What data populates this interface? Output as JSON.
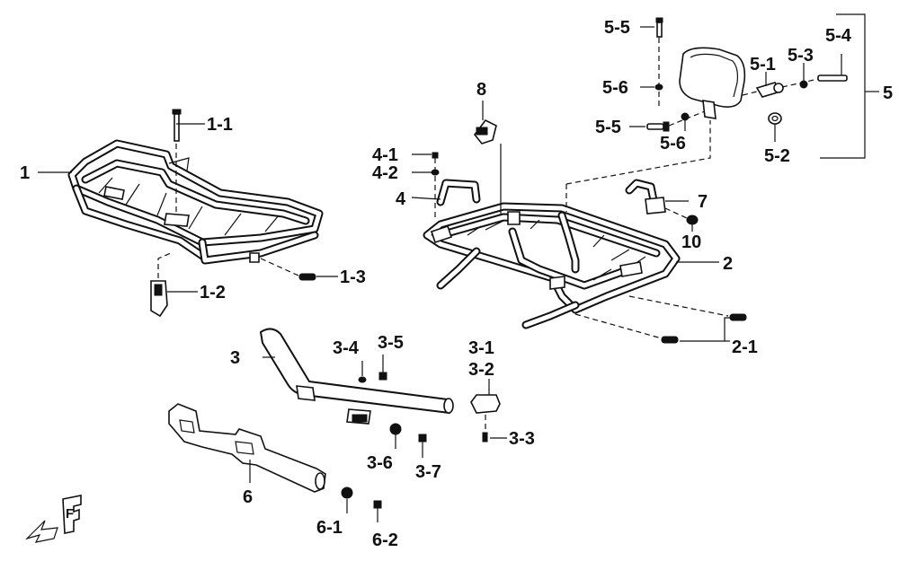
{
  "labels": {
    "l1": "1",
    "l1_1": "1-1",
    "l1_2": "1-2",
    "l1_3": "1-3",
    "l2": "2",
    "l2_1": "2-1",
    "l3": "3",
    "l3_1": "3-1",
    "l3_2": "3-2",
    "l3_3": "3-3",
    "l3_4": "3-4",
    "l3_5": "3-5",
    "l3_6": "3-6",
    "l3_7": "3-7",
    "l4": "4",
    "l4_1": "4-1",
    "l4_2": "4-2",
    "l5": "5",
    "l5_1": "5-1",
    "l5_2": "5-2",
    "l5_3": "5-3",
    "l5_4": "5-4",
    "l5_5a": "5-5",
    "l5_5b": "5-5",
    "l5_6a": "5-6",
    "l5_6b": "5-6",
    "l6": "6",
    "l6_1": "6-1",
    "l6_2": "6-2",
    "l7": "7",
    "l8": "8",
    "l10": "10"
  },
  "orientation_mark": "F"
}
